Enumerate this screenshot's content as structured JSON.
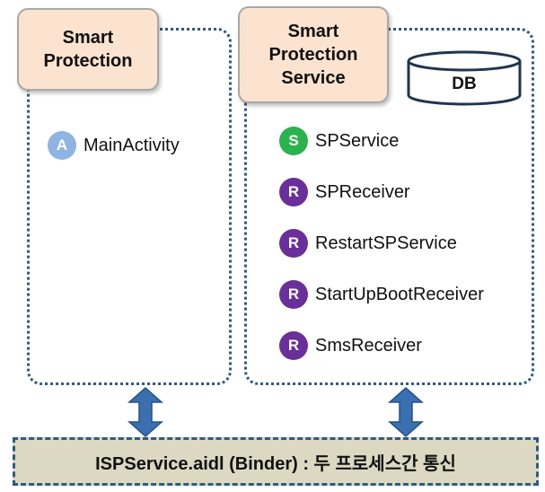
{
  "left_panel": {
    "title": "Smart\nProtection",
    "components": [
      {
        "badge": "A",
        "label": "MainActivity"
      }
    ]
  },
  "right_panel": {
    "title": "Smart\nProtection\nService",
    "db_label": "DB",
    "components": [
      {
        "badge": "S",
        "label": "SPService"
      },
      {
        "badge": "R",
        "label": "SPReceiver"
      },
      {
        "badge": "R",
        "label": "RestartSPService"
      },
      {
        "badge": "R",
        "label": "StartUpBootReceiver"
      },
      {
        "badge": "R",
        "label": "SmsReceiver"
      }
    ]
  },
  "bottom_bar": {
    "label": "ISPService.aidl (Binder) : 두 프로세스간 통신"
  },
  "colors": {
    "border": "#2e5a86",
    "title_fill": "#fbe3cf",
    "activity_badge": "#8fb4e3",
    "service_badge": "#2ab24f",
    "receiver_badge": "#6b2f9b",
    "arrow": "#3a6fb0",
    "bar_fill": "#ddd8c2"
  }
}
